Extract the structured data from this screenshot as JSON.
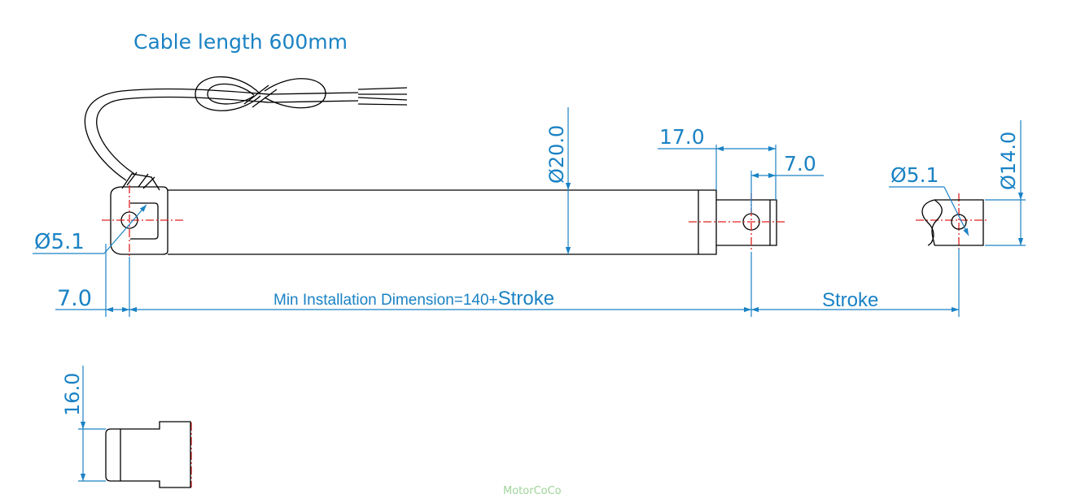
{
  "drawing": {
    "cable_label": "Cable length 600mm",
    "dims": {
      "rod_hole_dia": "Ø5.1",
      "end_hole_dia": "Ø5.1",
      "body_dia": "Ø20.0",
      "rod_tip_length": "17.0",
      "rod_hole_offset": "7.0",
      "end_offset": "7.0",
      "rod_dia": "Ø14.0",
      "min_install_prefix": "Min Installation Dimension=140+",
      "min_install_suffix": "Stroke",
      "stroke": "Stroke",
      "side_height": "16.0"
    },
    "watermark": "MotorCoCo"
  },
  "colors": {
    "dimension": "#1a82c4",
    "centerline": "#e02020",
    "outline": "#000000",
    "watermark": "#9fd49a"
  }
}
